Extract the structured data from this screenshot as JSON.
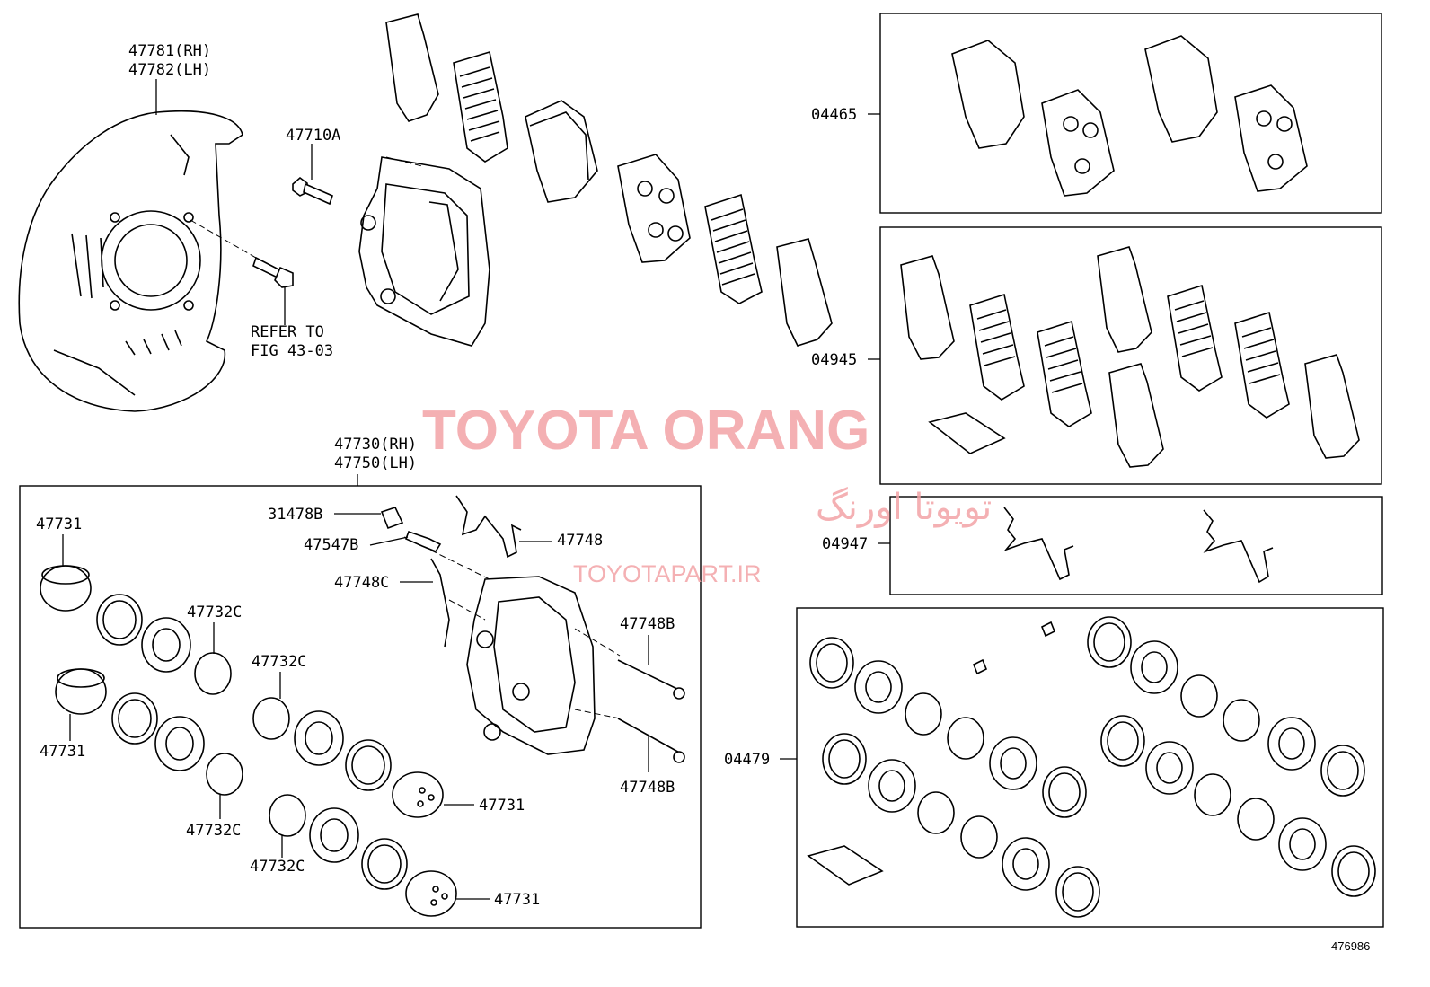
{
  "labels": {
    "shield_rh": "47781(RH)",
    "shield_lh": "47782(LH)",
    "bolt": "47710A",
    "refer_1": "REFER TO",
    "refer_2": "FIG 43-03",
    "caliper_rh": "47730(RH)",
    "caliper_lh": "47750(LH)",
    "cap": "31478B",
    "plug": "47547B",
    "spring_clip": "47748",
    "spring_clip_c": "47748C",
    "pin_top": "47748B",
    "pin_bottom": "47748B",
    "piston_tl": "47731",
    "piston_ml": "47731",
    "piston_c1": "47731",
    "piston_c2": "47731",
    "seal_a": "47732C",
    "seal_b": "47732C",
    "seal_c": "47732C",
    "seal_d": "47732C",
    "kit_pad": "04465",
    "kit_shim": "04945",
    "kit_spring": "04947",
    "kit_seal": "04479",
    "figure_no": "476986"
  },
  "watermark": {
    "brand": "TOYOTA ORANG",
    "persian": "تویوتا اورنگ",
    "site": "TOYOTAPART.IR",
    "color": "#f3a3a6"
  }
}
